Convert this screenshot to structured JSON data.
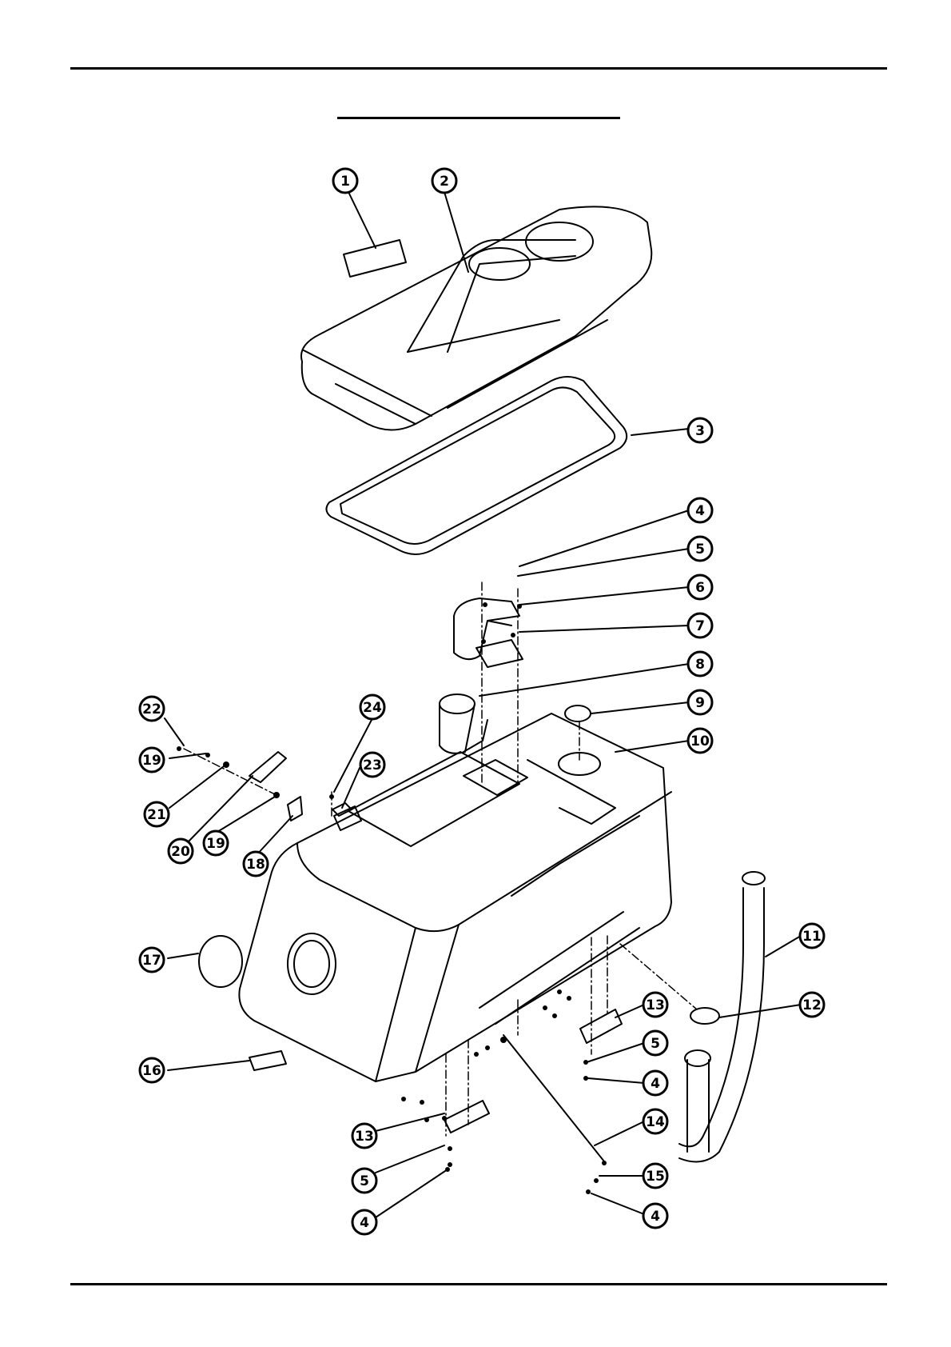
{
  "callouts": [
    {
      "id": "c1",
      "label": "1"
    },
    {
      "id": "c2",
      "label": "2"
    },
    {
      "id": "c3",
      "label": "3"
    },
    {
      "id": "c4a",
      "label": "4"
    },
    {
      "id": "c5a",
      "label": "5"
    },
    {
      "id": "c6",
      "label": "6"
    },
    {
      "id": "c7",
      "label": "7"
    },
    {
      "id": "c8",
      "label": "8"
    },
    {
      "id": "c9",
      "label": "9"
    },
    {
      "id": "c10",
      "label": "10"
    },
    {
      "id": "c22",
      "label": "22"
    },
    {
      "id": "c24",
      "label": "24"
    },
    {
      "id": "c19a",
      "label": "19"
    },
    {
      "id": "c23",
      "label": "23"
    },
    {
      "id": "c21",
      "label": "21"
    },
    {
      "id": "c20",
      "label": "20"
    },
    {
      "id": "c19b",
      "label": "19"
    },
    {
      "id": "c18",
      "label": "18"
    },
    {
      "id": "c11",
      "label": "11"
    },
    {
      "id": "c17",
      "label": "17"
    },
    {
      "id": "c12",
      "label": "12"
    },
    {
      "id": "c13a",
      "label": "13"
    },
    {
      "id": "c5b",
      "label": "5"
    },
    {
      "id": "c16",
      "label": "16"
    },
    {
      "id": "c4b",
      "label": "4"
    },
    {
      "id": "c14",
      "label": "14"
    },
    {
      "id": "c13b",
      "label": "13"
    },
    {
      "id": "c15",
      "label": "15"
    },
    {
      "id": "c5c",
      "label": "5"
    },
    {
      "id": "c4c",
      "label": "4"
    },
    {
      "id": "c4d",
      "label": "4"
    }
  ]
}
